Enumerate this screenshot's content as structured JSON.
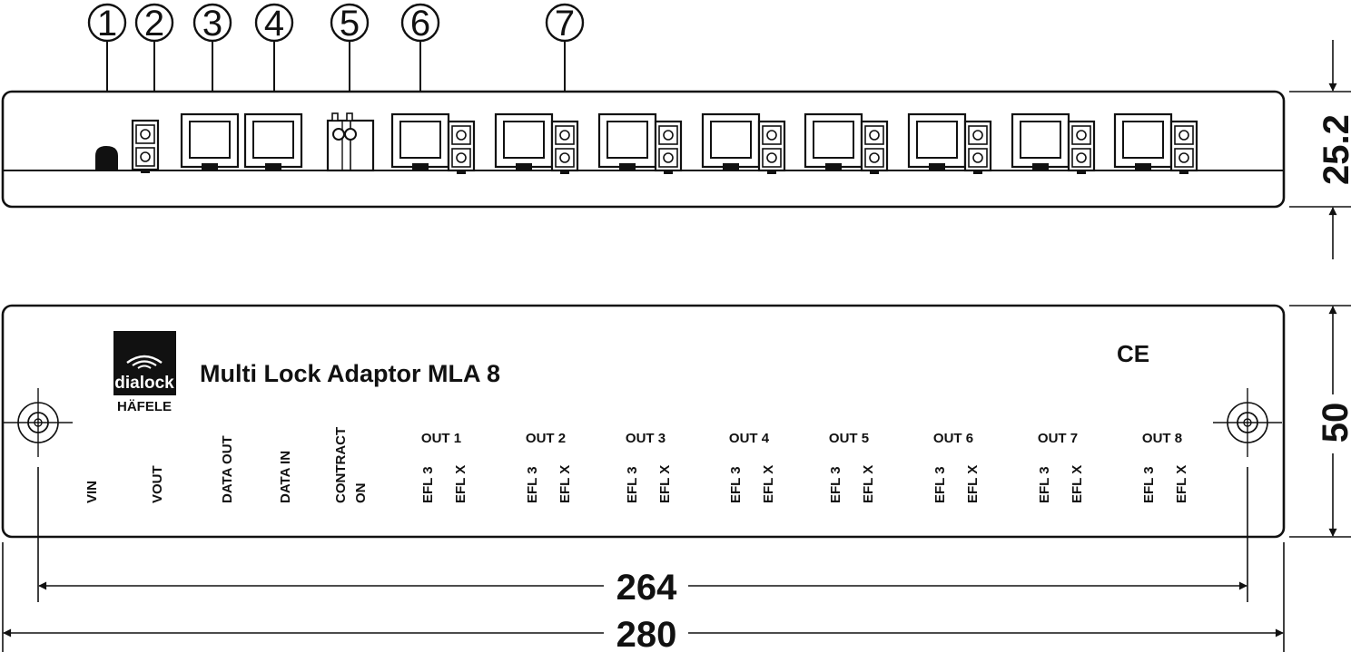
{
  "callouts": [
    "1",
    "2",
    "3",
    "4",
    "5",
    "6",
    "7"
  ],
  "dimensions": {
    "height_front": "25.2",
    "height_top": "50",
    "width_inner": "264",
    "width_outer": "280"
  },
  "panel": {
    "logo_text": "dialock",
    "brand": "HÄFELE",
    "title": "Multi Lock Adaptor MLA 8",
    "ce_mark": "CE"
  },
  "labels": {
    "vin": "VIN",
    "vout": "VOUT",
    "data_out": "DATA OUT",
    "data_in": "DATA IN",
    "contract_line1": "CONTRACT",
    "contract_line2": "ON"
  },
  "outputs": [
    {
      "name": "OUT 1",
      "efl3": "EFL 3",
      "eflx": "EFL X"
    },
    {
      "name": "OUT 2",
      "efl3": "EFL 3",
      "eflx": "EFL X"
    },
    {
      "name": "OUT 3",
      "efl3": "EFL 3",
      "eflx": "EFL X"
    },
    {
      "name": "OUT 4",
      "efl3": "EFL 3",
      "eflx": "EFL X"
    },
    {
      "name": "OUT 5",
      "efl3": "EFL 3",
      "eflx": "EFL X"
    },
    {
      "name": "OUT 6",
      "efl3": "EFL 3",
      "eflx": "EFL X"
    },
    {
      "name": "OUT 7",
      "efl3": "EFL 3",
      "eflx": "EFL X"
    },
    {
      "name": "OUT 8",
      "efl3": "EFL 3",
      "eflx": "EFL X"
    }
  ]
}
